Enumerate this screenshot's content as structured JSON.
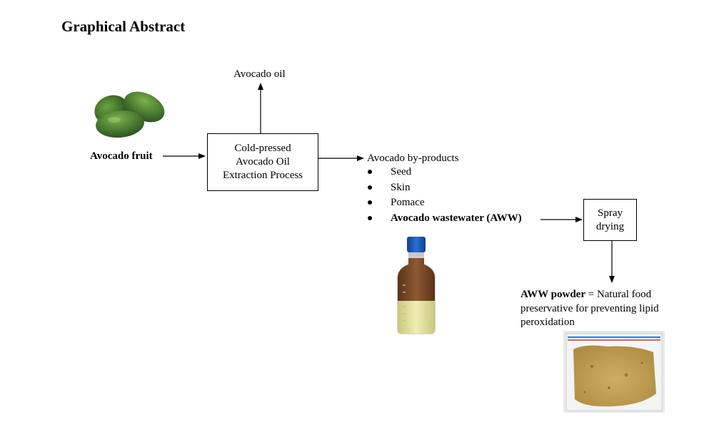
{
  "title": "Graphical Abstract",
  "nodes": {
    "avocado_fruit": "Avocado fruit",
    "avocado_oil": "Avocado oil",
    "process_lines": [
      "Cold-pressed",
      "Avocado Oil",
      "Extraction Process"
    ],
    "byproducts_heading": "Avocado by-products",
    "byproducts": [
      "Seed",
      "Skin",
      "Pomace",
      "Avocado wastewater (AWW)"
    ],
    "spray_lines": [
      "Spray",
      "drying"
    ],
    "aww_powder_bold": "AWW powder",
    "aww_powder_text": " = Natural food preservative for preventing lipid peroxidation"
  },
  "images": {
    "avocado": "avocado-fruit-photo",
    "bottle": "wastewater-bottle-photo",
    "powder": "aww-powder-bag-photo"
  },
  "colors": {
    "avocado_dark": "#2f5e1e",
    "avocado_light": "#5f9a3a",
    "bottle_cap": "#1f5fbf",
    "liquid_brown": "#7a4a2a",
    "liquid_yellow": "#e6e3a0",
    "powder": "#c9a75a"
  }
}
